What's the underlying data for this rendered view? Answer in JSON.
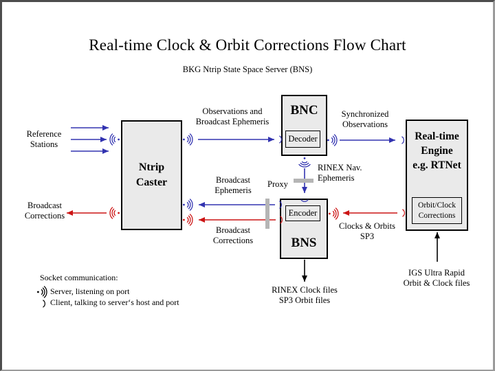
{
  "page": {
    "title": "Real-time Clock & Orbit Corrections Flow Chart",
    "subtitle": "BKG Ntrip State Space Server  (BNS)"
  },
  "boxes": {
    "ntrip_caster": {
      "label": "Ntrip\nCaster"
    },
    "bnc": {
      "label": "BNC",
      "sub_label": "Decoder"
    },
    "bns": {
      "label": "BNS",
      "sub_label": "Encoder"
    },
    "rt_engine": {
      "label": "Real-time\nEngine\ne.g. RTNet",
      "sub_label": "Orbit/Clock\nCorrections"
    }
  },
  "labels": {
    "reference_stations": "Reference\nStations",
    "broadcast_corrections_left": "Broadcast\nCorrections",
    "observations_broadcast_ephemeris": "Observations and\nBroadcast Ephemeris",
    "synchronized_observations": "Synchronized\nObservations",
    "rinex_nav_ephemeris": "RINEX Nav.\nEphemeris",
    "broadcast_ephemeris": "Broadcast\nEphemeris",
    "proxy": "Proxy",
    "broadcast_corrections_mid": "Broadcast\nCorrections",
    "clocks_orbits_sp3": "Clocks & Orbits\nSP3",
    "rinex_clock_files": "RINEX Clock files\nSP3 Orbit files",
    "igs_ultra_rapid": "IGS Ultra Rapid\nOrbit & Clock files"
  },
  "legend": {
    "title": "Socket communication:",
    "server_icon": "sound-waves-server-socket-icon",
    "server_label": "Server, listening on port",
    "client_icon": "arc-client-socket-icon",
    "client_label": "Client, talking to server‘s host and port"
  },
  "colors": {
    "arrow_blue": "#3233B0",
    "arrow_red": "#CC1414",
    "arrow_black": "#000000",
    "box_fill": "#EAEAEA",
    "proxy_bar_gray": "#B5B5B5"
  }
}
